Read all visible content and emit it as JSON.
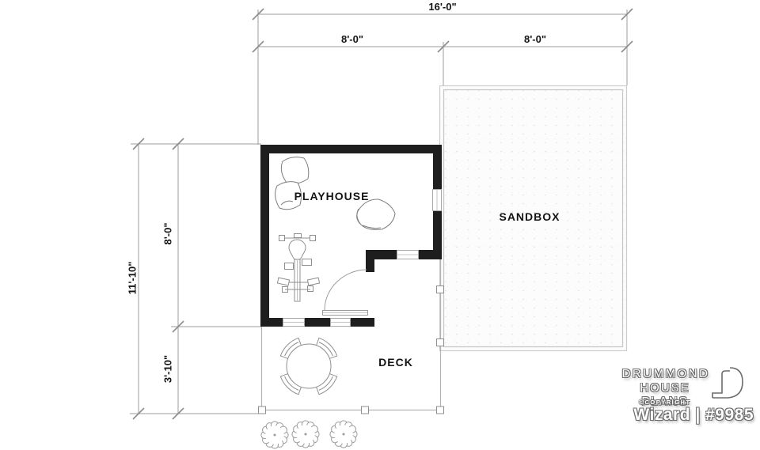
{
  "dimensions": {
    "top": {
      "total": "16'-0\"",
      "left_span": "8'-0\"",
      "right_span": "8'-0\""
    },
    "side": {
      "total": "11'-10\"",
      "upper_span": "8'-0\"",
      "lower_span": "3'-10\""
    }
  },
  "rooms": {
    "playhouse": "PLAYHOUSE",
    "sandbox": "SANDBOX",
    "deck": "DECK"
  },
  "branding": {
    "name_line1": "DRUMMOND",
    "name_line2": "HOUSE PLANS",
    "copyright": "©COPYRIGHT",
    "plan_id": "Wizard | #9985"
  },
  "colors": {
    "wall": "#1e1e1e",
    "dimension_line": "#9e9e9e",
    "furniture_line": "#8f8f8f",
    "deck_line": "#b3b3b3",
    "sandbox_border": "#cccccc",
    "label_text": "#141414"
  }
}
